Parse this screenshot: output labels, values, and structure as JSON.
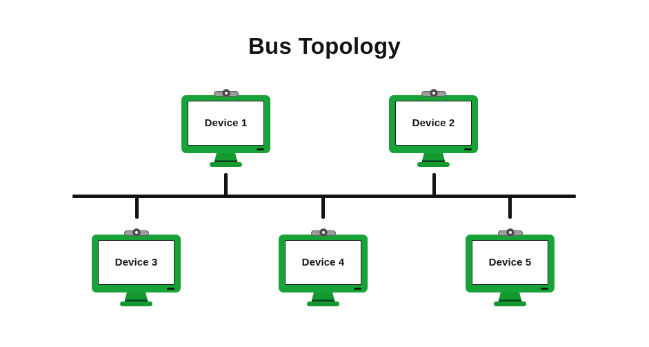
{
  "title": "Bus Topology",
  "devices": [
    {
      "label": "Device 1"
    },
    {
      "label": "Device 2"
    },
    {
      "label": "Device 3"
    },
    {
      "label": "Device 4"
    },
    {
      "label": "Device 5"
    }
  ],
  "colors": {
    "monitor_green": "#18A338",
    "stand_green": "#13992F",
    "line_black": "#131313",
    "webcam_gray": "#9C9C9C",
    "screen_white": "#FFFFFF",
    "text_black": "#141414"
  }
}
